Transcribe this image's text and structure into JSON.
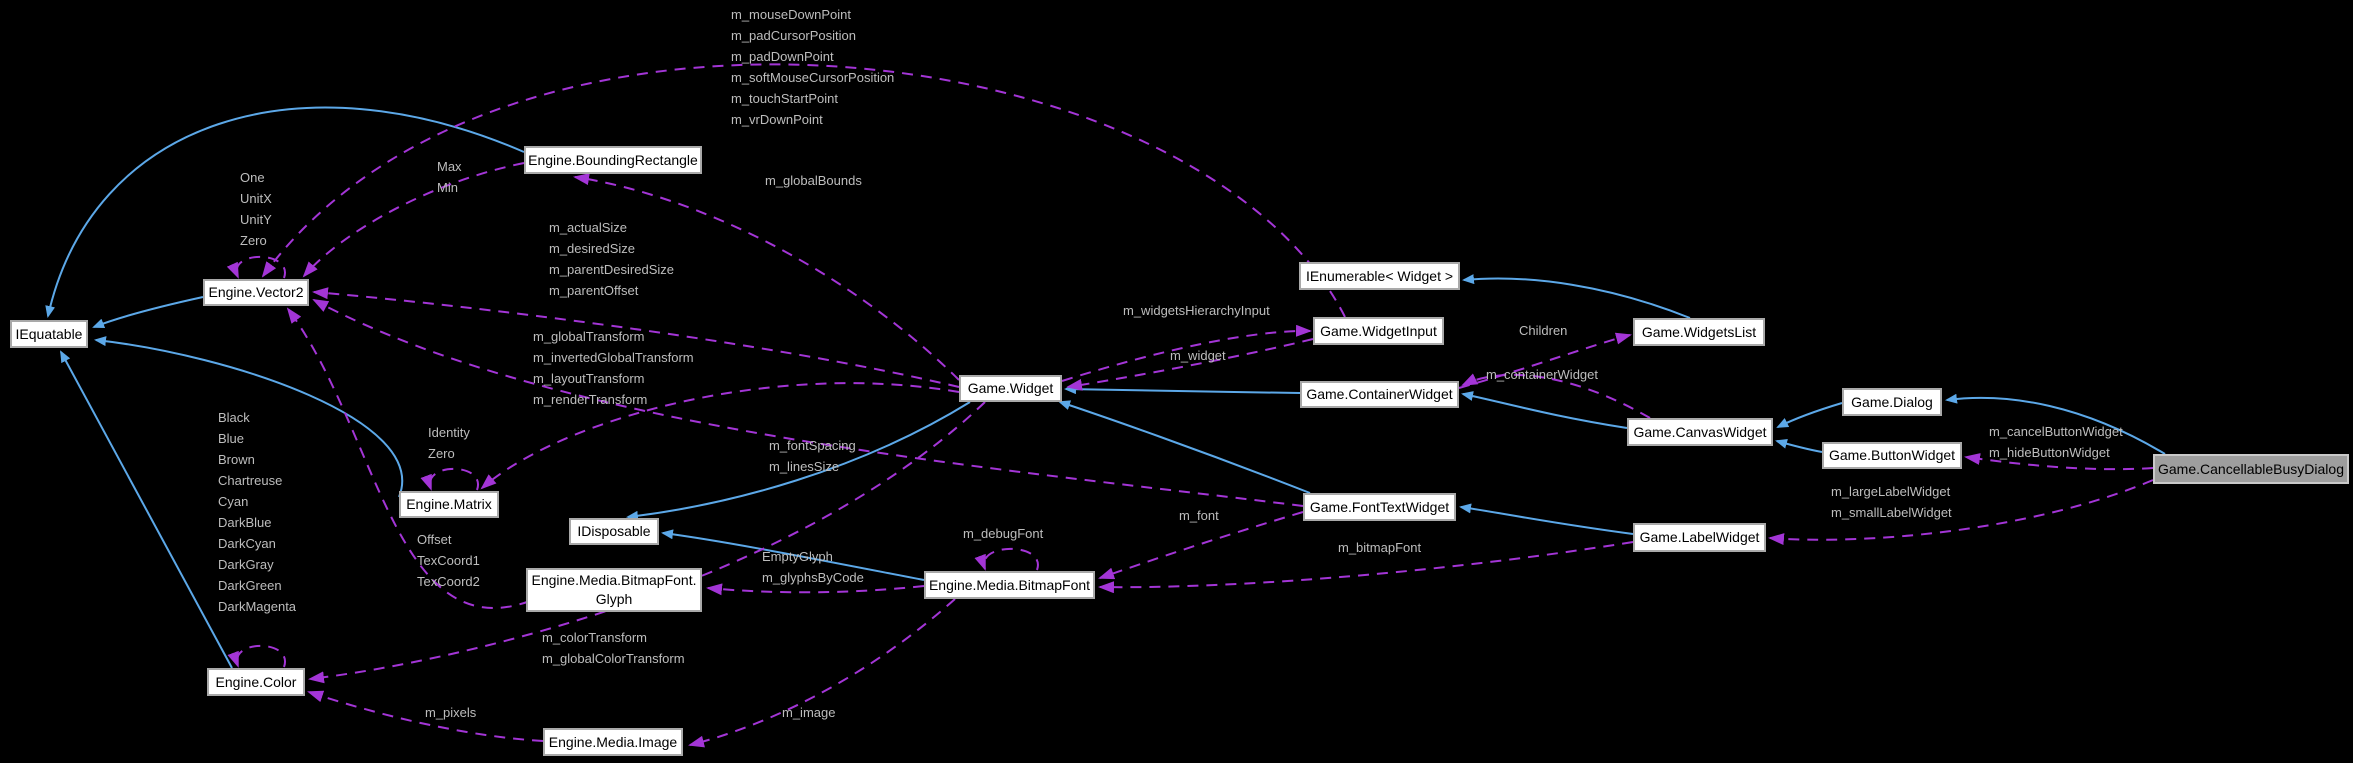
{
  "diagram": {
    "type": "collaboration-graph",
    "background_color": "#000000",
    "inheritance_edge_color": "#5ca8e8",
    "usage_edge_color": "#a335d6",
    "node_fill": "#ffffff",
    "node_border": "#a9a9a9",
    "node_text_color": "#000000",
    "highlight_node_fill": "#9e9e9e",
    "edge_label_color": "#bdbdbd"
  },
  "nodes": {
    "iequatable": {
      "label": "IEquatable"
    },
    "vector2": {
      "label": "Engine.Vector2"
    },
    "boundingrect": {
      "label": "Engine.BoundingRectangle"
    },
    "ienumerable": {
      "label": "IEnumerable< Widget >"
    },
    "widgetinput": {
      "label": "Game.WidgetInput"
    },
    "widgetslist": {
      "label": "Game.WidgetsList"
    },
    "widget": {
      "label": "Game.Widget"
    },
    "containerwidget": {
      "label": "Game.ContainerWidget"
    },
    "canvaswidget": {
      "label": "Game.CanvasWidget"
    },
    "dialog": {
      "label": "Game.Dialog"
    },
    "buttonwidget": {
      "label": "Game.ButtonWidget"
    },
    "cancellable": {
      "label": "Game.CancellableBusyDialog"
    },
    "fonttextwidget": {
      "label": "Game.FontTextWidget"
    },
    "labelwidget": {
      "label": "Game.LabelWidget"
    },
    "matrix": {
      "label": "Engine.Matrix"
    },
    "idisposable": {
      "label": "IDisposable"
    },
    "glyph": {
      "label": "Engine.Media.BitmapFont.\nGlyph"
    },
    "bitmapfont": {
      "label": "Engine.Media.BitmapFont"
    },
    "color": {
      "label": "Engine.Color"
    },
    "image": {
      "label": "Engine.Media.Image"
    }
  },
  "edge_labels": {
    "input_points": {
      "text": "m_mouseDownPoint\nm_padCursorPosition\nm_padDownPoint\nm_softMouseCursorPosition\nm_touchStartPoint\nm_vrDownPoint"
    },
    "max_min": {
      "text": "Max\nMin"
    },
    "vector2_statics": {
      "text": "One\nUnitX\nUnitY\nZero"
    },
    "global_bounds": {
      "text": "m_globalBounds"
    },
    "sizes": {
      "text": "m_actualSize\nm_desiredSize\nm_parentDesiredSize\nm_parentOffset"
    },
    "transforms": {
      "text": "m_globalTransform\nm_invertedGlobalTransform\nm_layoutTransform\nm_renderTransform"
    },
    "widgets_hierarchy_input": {
      "text": "m_widgetsHierarchyInput"
    },
    "children": {
      "text": "Children"
    },
    "m_widget": {
      "text": "m_widget"
    },
    "container_widget": {
      "text": "m_containerWidget"
    },
    "cancel_hide": {
      "text": "m_cancelButtonWidget\nm_hideButtonWidget"
    },
    "large_small": {
      "text": "m_largeLabelWidget\nm_smallLabelWidget"
    },
    "m_font": {
      "text": "m_font"
    },
    "m_bitmapfont": {
      "text": "m_bitmapFont"
    },
    "font_spacing": {
      "text": "m_fontSpacing\nm_linesSize"
    },
    "identity_zero": {
      "text": "Identity\nZero"
    },
    "glyph_coords": {
      "text": "Offset\nTexCoord1\nTexCoord2"
    },
    "empty_glyph": {
      "text": "EmptyGlyph\nm_glyphsByCode"
    },
    "m_debugfont": {
      "text": "m_debugFont"
    },
    "color_statics": {
      "text": "Black\nBlue\nBrown\nChartreuse\nCyan\nDarkBlue\nDarkCyan\nDarkGray\nDarkGreen\nDarkMagenta"
    },
    "color_transforms": {
      "text": "m_colorTransform\nm_globalColorTransform"
    },
    "m_pixels": {
      "text": "m_pixels"
    },
    "m_image": {
      "text": "m_image"
    }
  }
}
